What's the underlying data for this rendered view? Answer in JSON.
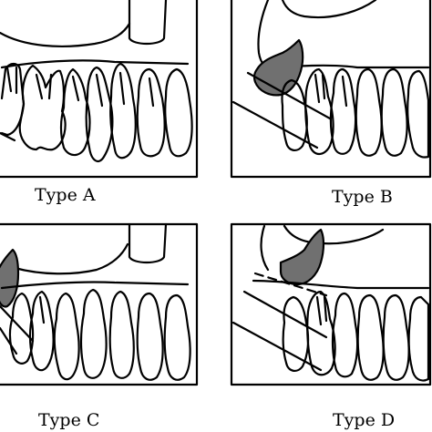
{
  "panels": [
    {
      "id": "A",
      "caption": "Type A"
    },
    {
      "id": "B",
      "caption": "Type B"
    },
    {
      "id": "C",
      "caption": "Type C"
    },
    {
      "id": "D",
      "caption": "Type D"
    }
  ],
  "colors": {
    "outline": "#000000",
    "impacted_tooth": "#707070",
    "background": "#ffffff"
  }
}
